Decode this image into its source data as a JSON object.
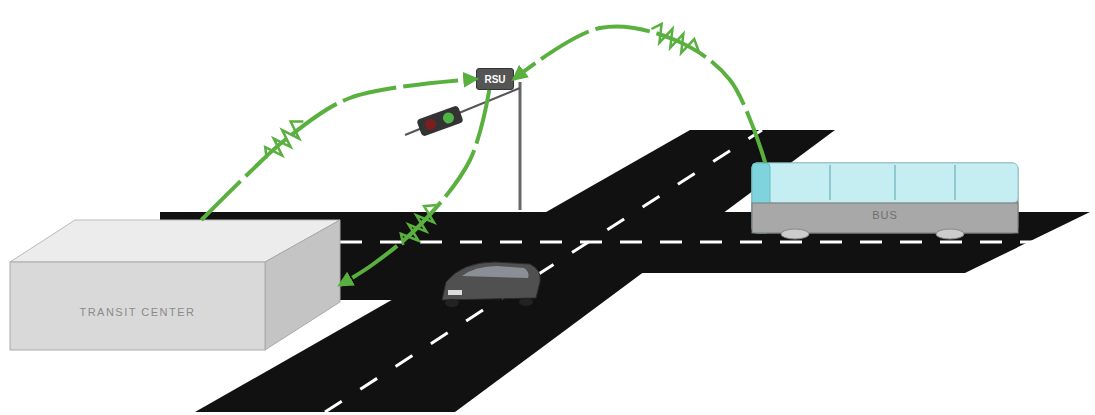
{
  "diagram": {
    "nodes": [
      {
        "text": [
          "RSU"
        ]
      },
      {
        "text": [
          "BUS"
        ]
      },
      {
        "text": [
          "TRANSIT CENTER"
        ]
      }
    ],
    "edges": [
      {
        "from": 1,
        "to": 0,
        "arrow": "to"
      },
      {
        "from": 2,
        "to": 0,
        "arrow": "to"
      },
      {
        "from": 0,
        "to": 2,
        "arrow": "to"
      }
    ]
  }
}
